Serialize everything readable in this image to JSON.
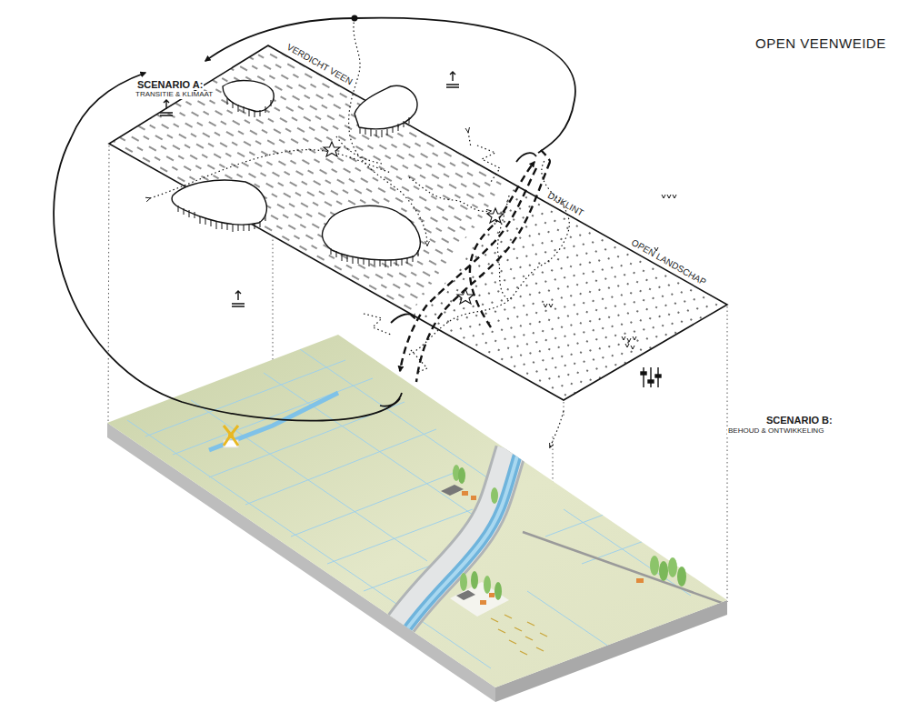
{
  "diagram": {
    "title": "OPEN VEENWEIDE",
    "labels": [
      "SCENARIO A:",
      "TRANSITIE & KLIMAAT",
      "VERDICHT VEEN",
      "DIJKLINT",
      "OPEN LANDSCHAP",
      "SCENARIO B:",
      "BEHOUD & ONTWIKKELING"
    ]
  }
}
